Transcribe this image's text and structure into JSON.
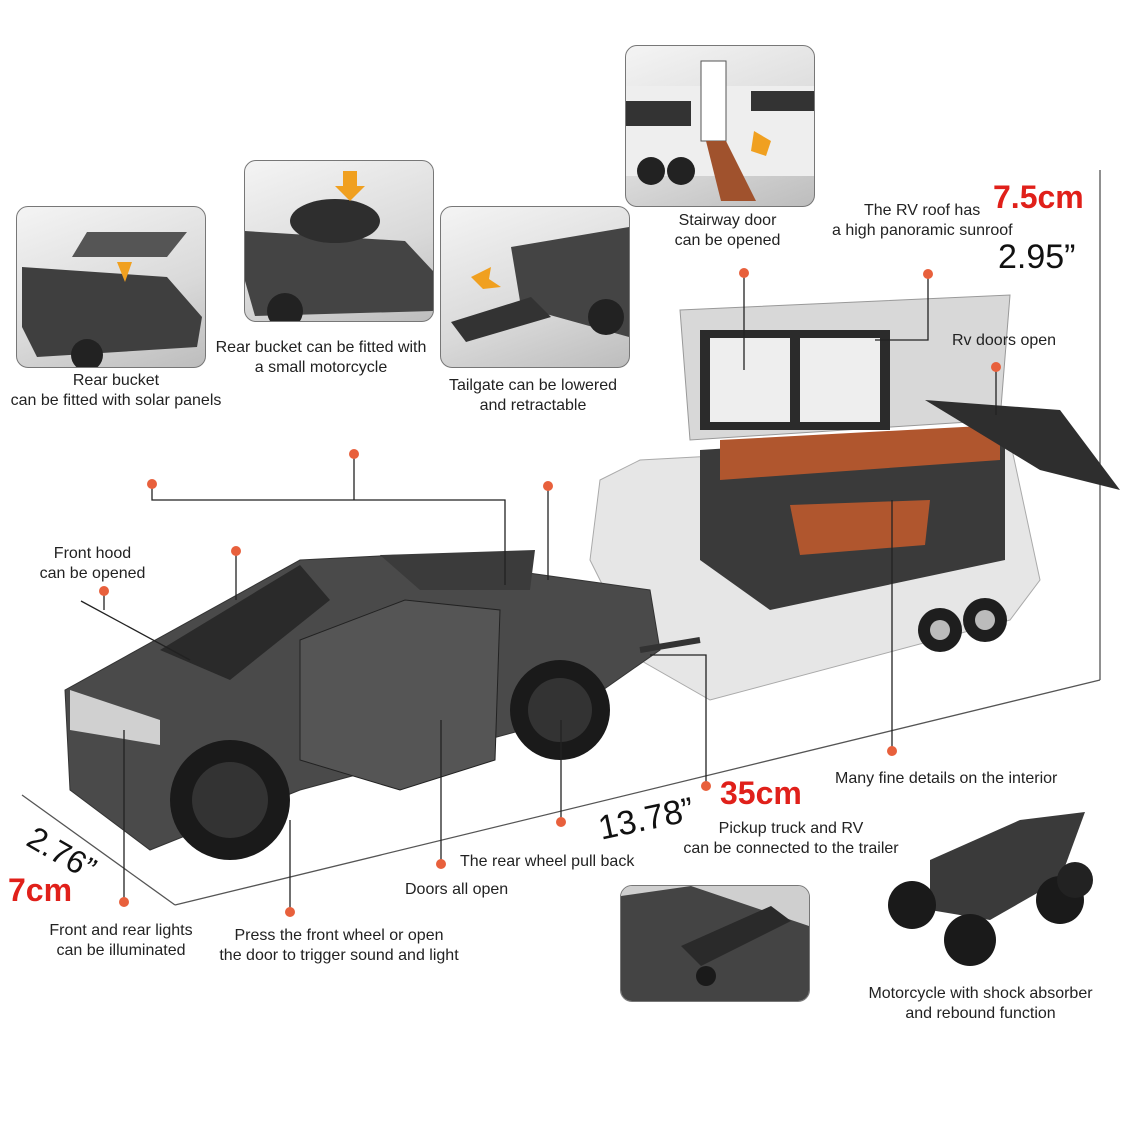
{
  "labels": {
    "stairway": [
      "Stairway door",
      "can be opened"
    ],
    "rv_roof": [
      "The RV roof has",
      "a high panoramic sunroof"
    ],
    "rv_doors": "Rv doors open",
    "solar": [
      "Rear bucket",
      "can be fitted with solar panels"
    ],
    "motorcycle_bucket": [
      "Rear bucket can be fitted with",
      "a small motorcycle"
    ],
    "tailgate": [
      "Tailgate can be lowered",
      "and retractable"
    ],
    "hood": [
      "Front hood",
      "can be opened"
    ],
    "interior": "Many fine details on the interior",
    "trailer": [
      "Pickup truck and RV",
      "can be connected to the trailer"
    ],
    "pull_back": "The rear wheel pull back",
    "doors": "Doors all open",
    "lights": [
      "Front and rear lights",
      "can be illuminated"
    ],
    "sound": [
      "Press the front wheel or open",
      "the door to trigger sound and light"
    ],
    "moto": [
      "Motorcycle with shock absorber",
      "and rebound function"
    ]
  },
  "dimensions": {
    "height_cm": "7.5cm",
    "height_in": "2.95”",
    "length_cm": "35cm",
    "length_in": "13.78”",
    "width_cm": "7cm",
    "width_in": "2.76”"
  },
  "colors": {
    "accent_red": "#e0201a",
    "marker": "#e8603c",
    "body": "#4a4a4a",
    "rv": "#e9e9e9",
    "interior": "#b0562e"
  }
}
